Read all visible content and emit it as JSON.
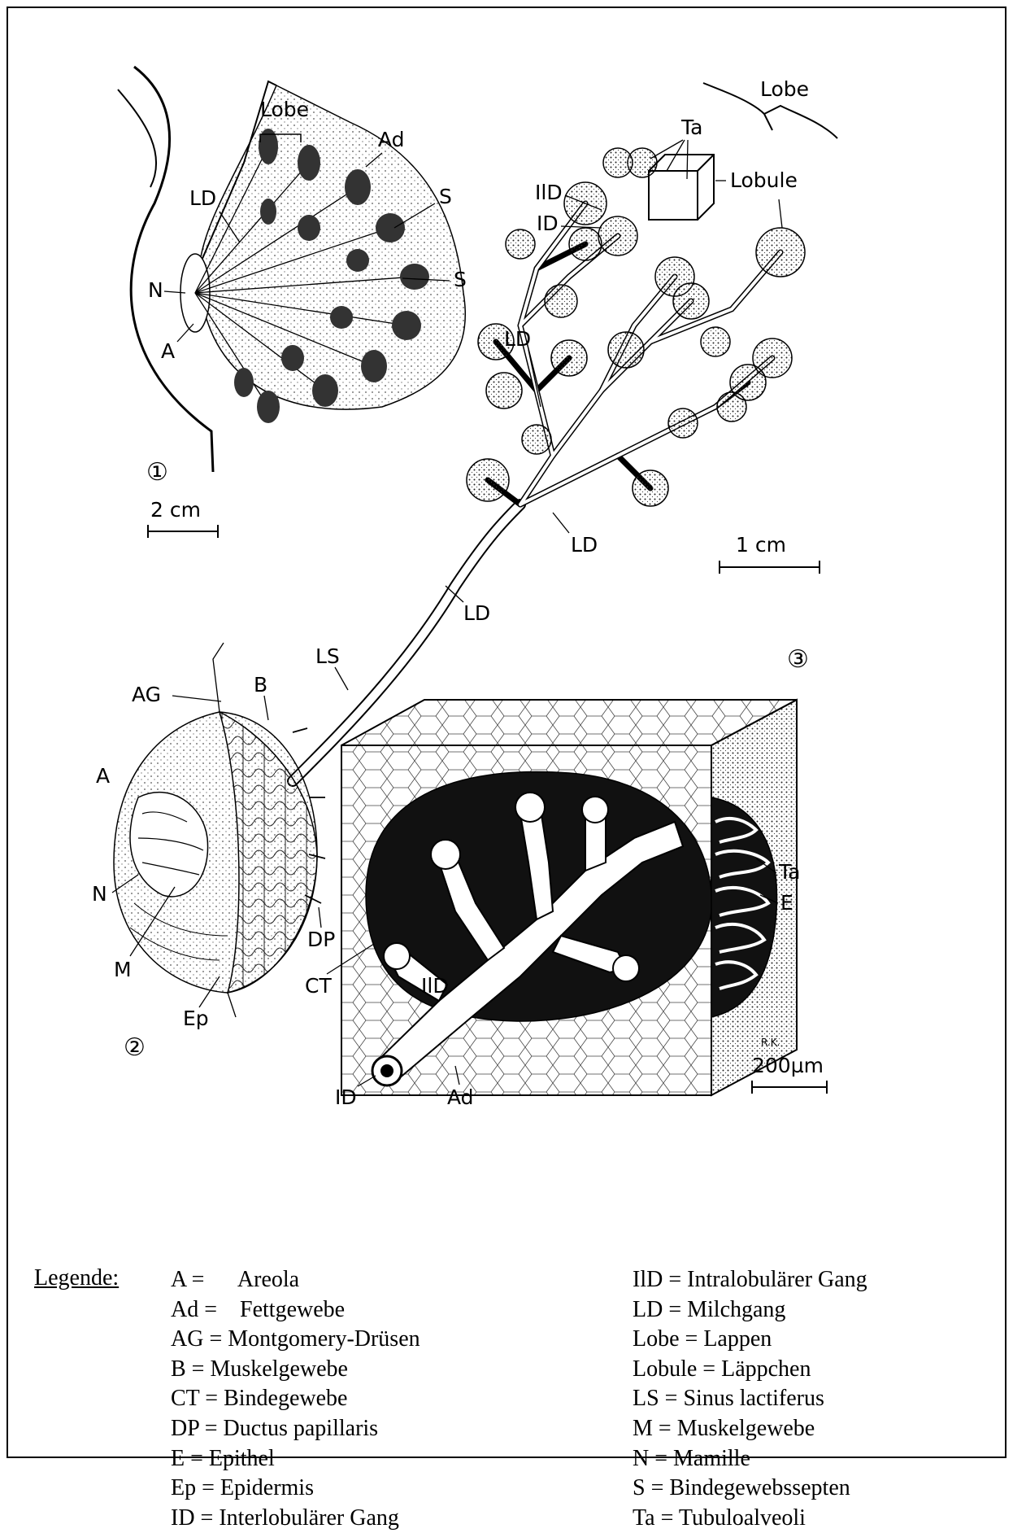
{
  "figure": {
    "panels": {
      "panel1": {
        "number": "①",
        "scale": "2 cm",
        "labels": {
          "lobe": "Lobe",
          "ad": "Ad",
          "ld": "LD",
          "s1": "S",
          "s2": "S",
          "n": "N",
          "a": "A"
        }
      },
      "panel2": {
        "number": "②",
        "labels": {
          "ag": "AG",
          "b": "B",
          "a": "A",
          "n": "N",
          "m": "M",
          "ep": "Ep",
          "dp": "DP"
        }
      },
      "panel3": {
        "number": "③",
        "scale_lobe": "1 cm",
        "scale_block": "200µm",
        "labels": {
          "lobe": "Lobe",
          "ta_top": "Ta",
          "lobule": "Lobule",
          "ild_top": "IlD",
          "id_top": "ID",
          "ld1": "LD",
          "ld2": "LD",
          "ld3": "LD",
          "ls": "LS",
          "ta_block": "Ta",
          "e": "E",
          "ct": "CT",
          "ild_block": "IlD",
          "id_block": "ID",
          "ad_block": "Ad",
          "signature": "R.K."
        }
      }
    }
  },
  "legend": {
    "title": "Legende:",
    "column1": [
      "A =      Areola",
      "Ad =    Fettgewebe",
      "AG = Montgomery-Drüsen",
      "B = Muskelgewebe",
      "CT = Bindegewebe",
      "DP = Ductus papillaris",
      "E = Epithel",
      "Ep = Epidermis",
      "ID = Interlobulärer Gang"
    ],
    "column2": [
      "IlD = Intralobulärer Gang",
      "LD = Milchgang",
      "Lobe = Lappen",
      "Lobule = Läppchen",
      "LS = Sinus lactiferus",
      "M = Muskelgewebe",
      "N = Mamille",
      "S = Bindegewebssepten",
      "Ta = Tubuloalveoli"
    ]
  }
}
